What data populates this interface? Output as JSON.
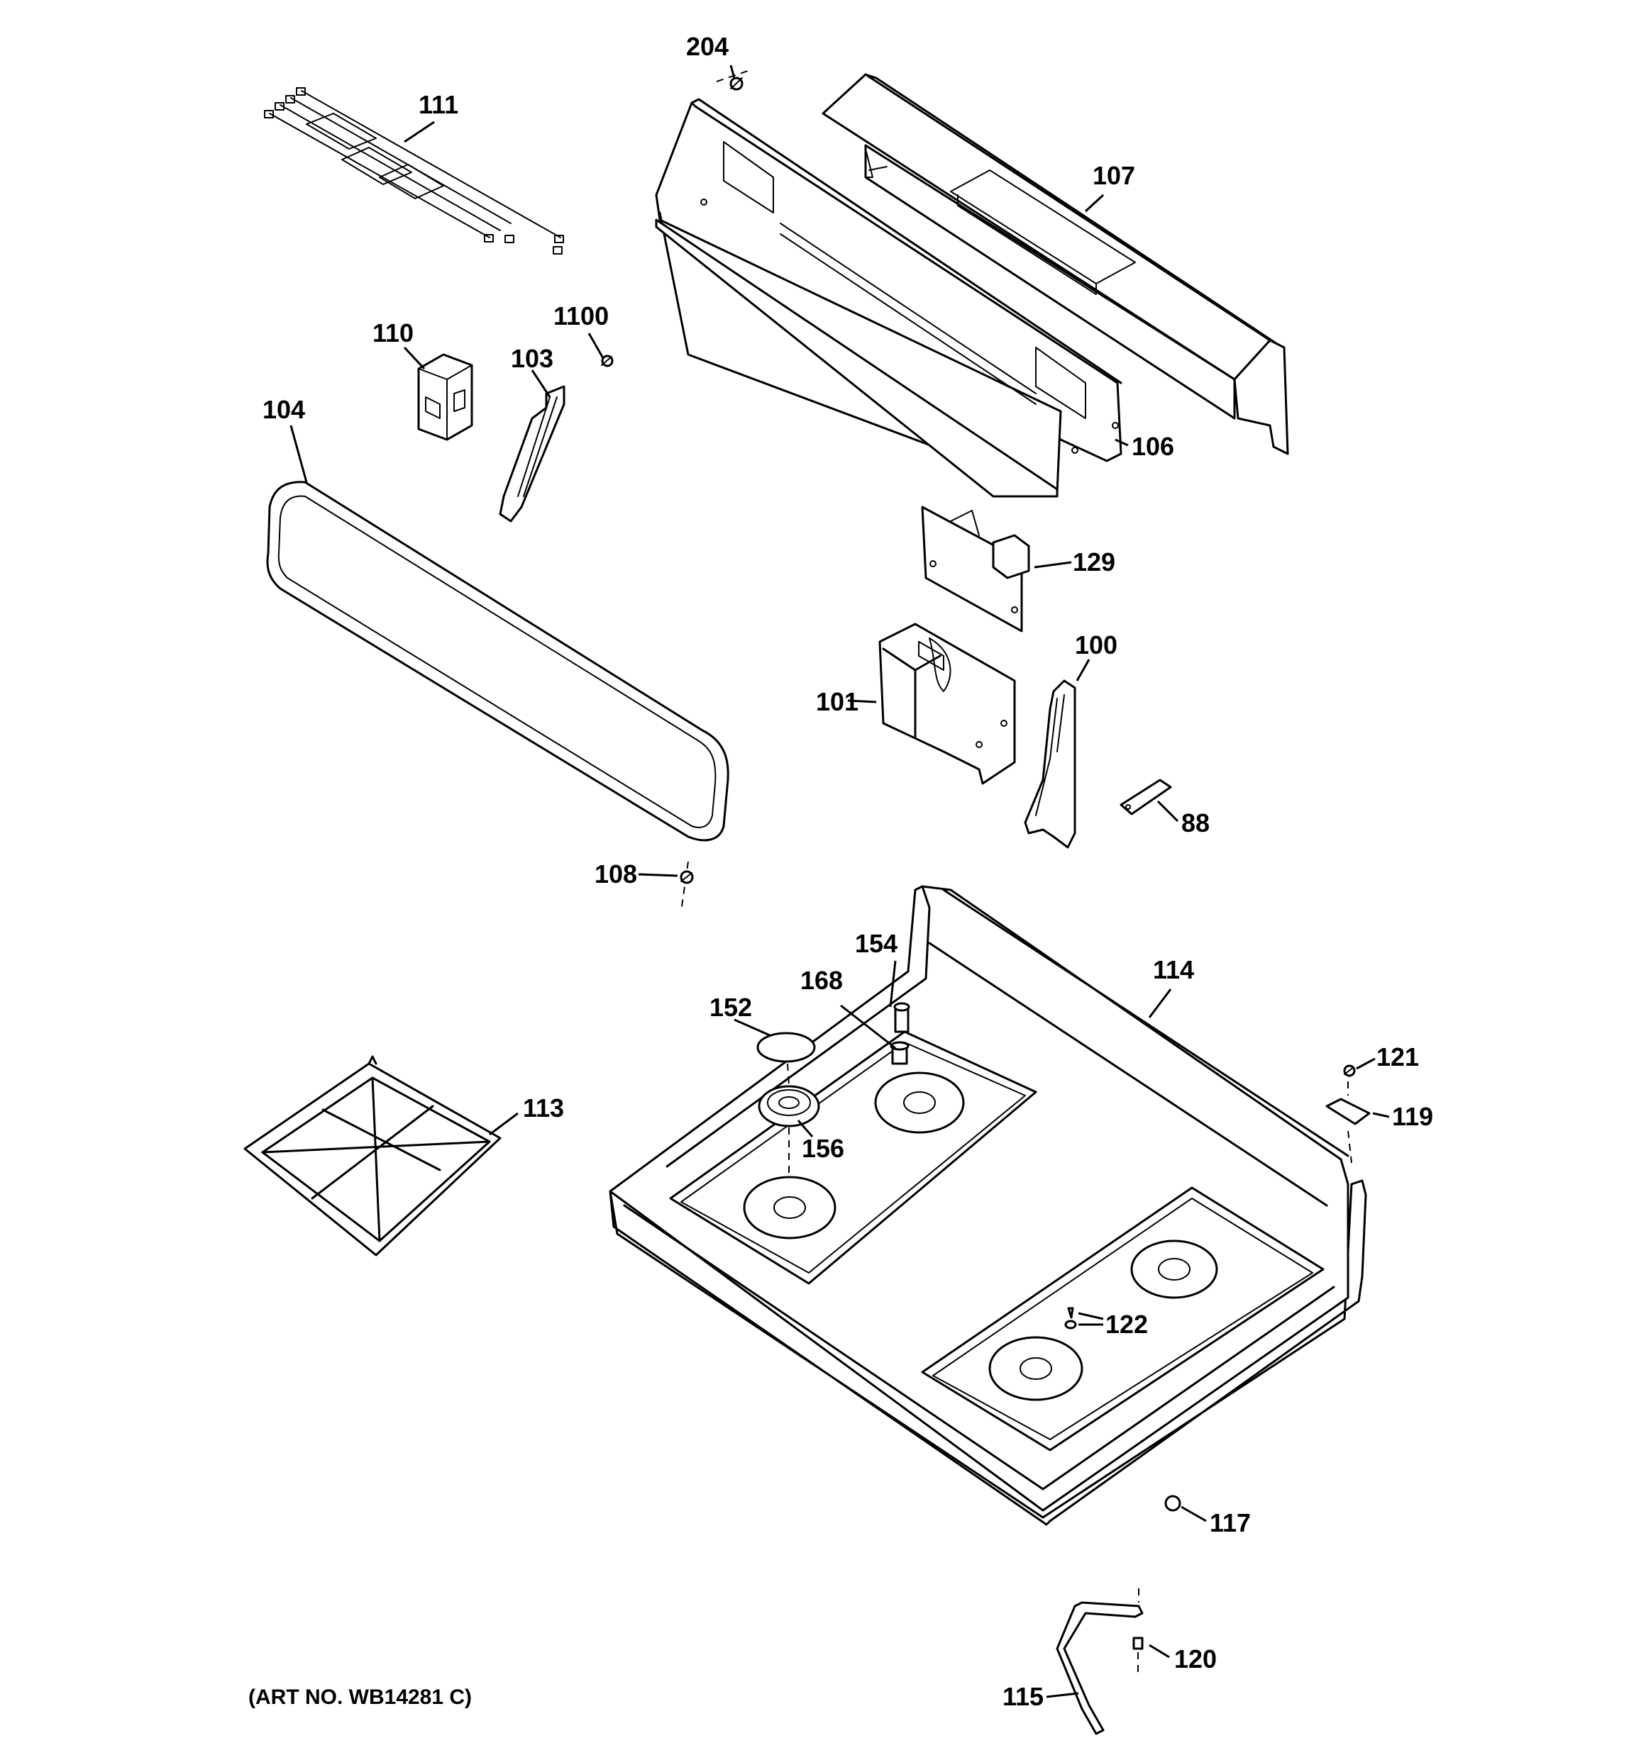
{
  "labels": {
    "p204": "204",
    "p111": "111",
    "p107": "107",
    "p1100": "1100",
    "p110": "110",
    "p103": "103",
    "p104": "104",
    "p106": "106",
    "p129": "129",
    "p100": "100",
    "p101": "101",
    "p88": "88",
    "p108": "108",
    "p154": "154",
    "p114": "114",
    "p168": "168",
    "p152": "152",
    "p121": "121",
    "p113": "113",
    "p119": "119",
    "p156": "156",
    "p122": "122",
    "p117": "117",
    "p120": "120",
    "p115": "115"
  },
  "art_number": "(ART NO. WB14281 C)"
}
